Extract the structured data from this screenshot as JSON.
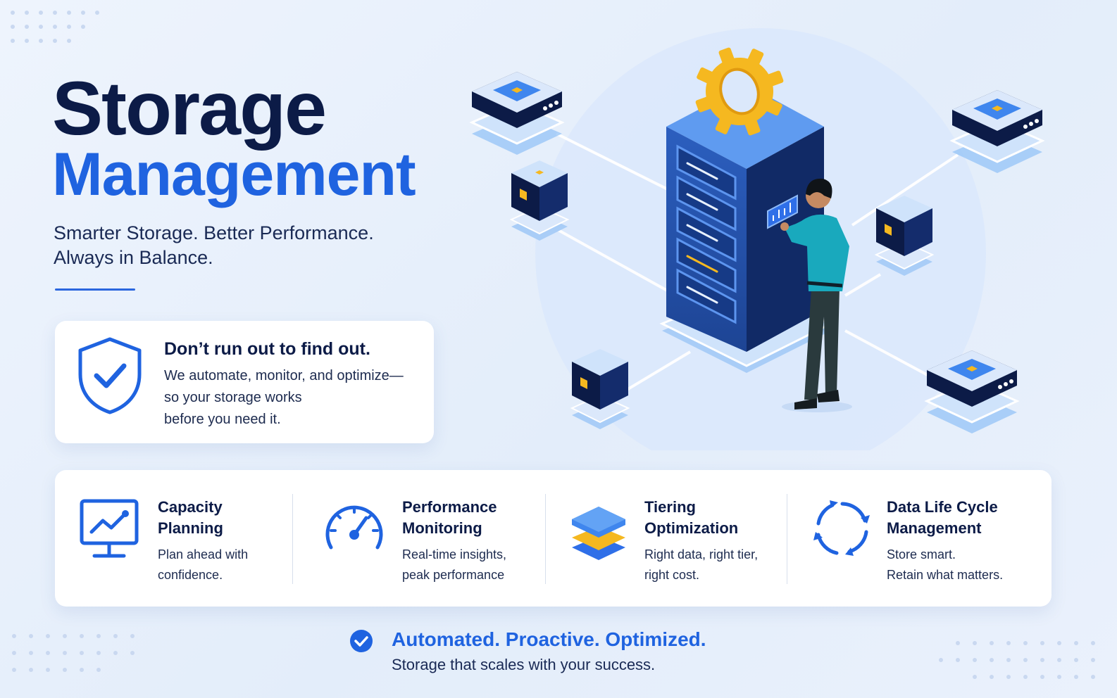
{
  "hero": {
    "title_line1": "Storage",
    "title_line2": "Management",
    "tagline_line1": "Smarter Storage. Better Performance.",
    "tagline_line2": "Always in Balance."
  },
  "callout": {
    "icon": "shield-check-icon",
    "title": "Don’t run out to find out.",
    "line1": "We automate, monitor, and optimize—",
    "line2": "so your storage works",
    "line3": "before you need it."
  },
  "features": [
    {
      "icon": "monitor-chart-icon",
      "title_line1": "Capacity",
      "title_line2": "Planning",
      "desc_line1": "Plan ahead with",
      "desc_line2": "confidence."
    },
    {
      "icon": "speedometer-icon",
      "title_line1": "Performance",
      "title_line2": "Monitoring",
      "desc_line1": "Real-time insights,",
      "desc_line2": "peak performance"
    },
    {
      "icon": "layers-icon",
      "title_line1": "Tiering",
      "title_line2": "Optimization",
      "desc_line1": "Right data, right tier,",
      "desc_line2": "right cost."
    },
    {
      "icon": "cycle-arrows-icon",
      "title_line1": "Data Life Cycle",
      "title_line2": "Management",
      "desc_line1": "Store smart.",
      "desc_line2": "Retain what matters."
    }
  ],
  "footer": {
    "icon": "check-circle-icon",
    "headline": "Automated. Proactive. Optimized.",
    "subline": "Storage that scales with your success."
  },
  "colors": {
    "navy": "#0c1b47",
    "brand_blue": "#1f63e0",
    "accent_yellow": "#f5b820",
    "teal": "#17a9bd",
    "background": "#e9f1fc"
  }
}
